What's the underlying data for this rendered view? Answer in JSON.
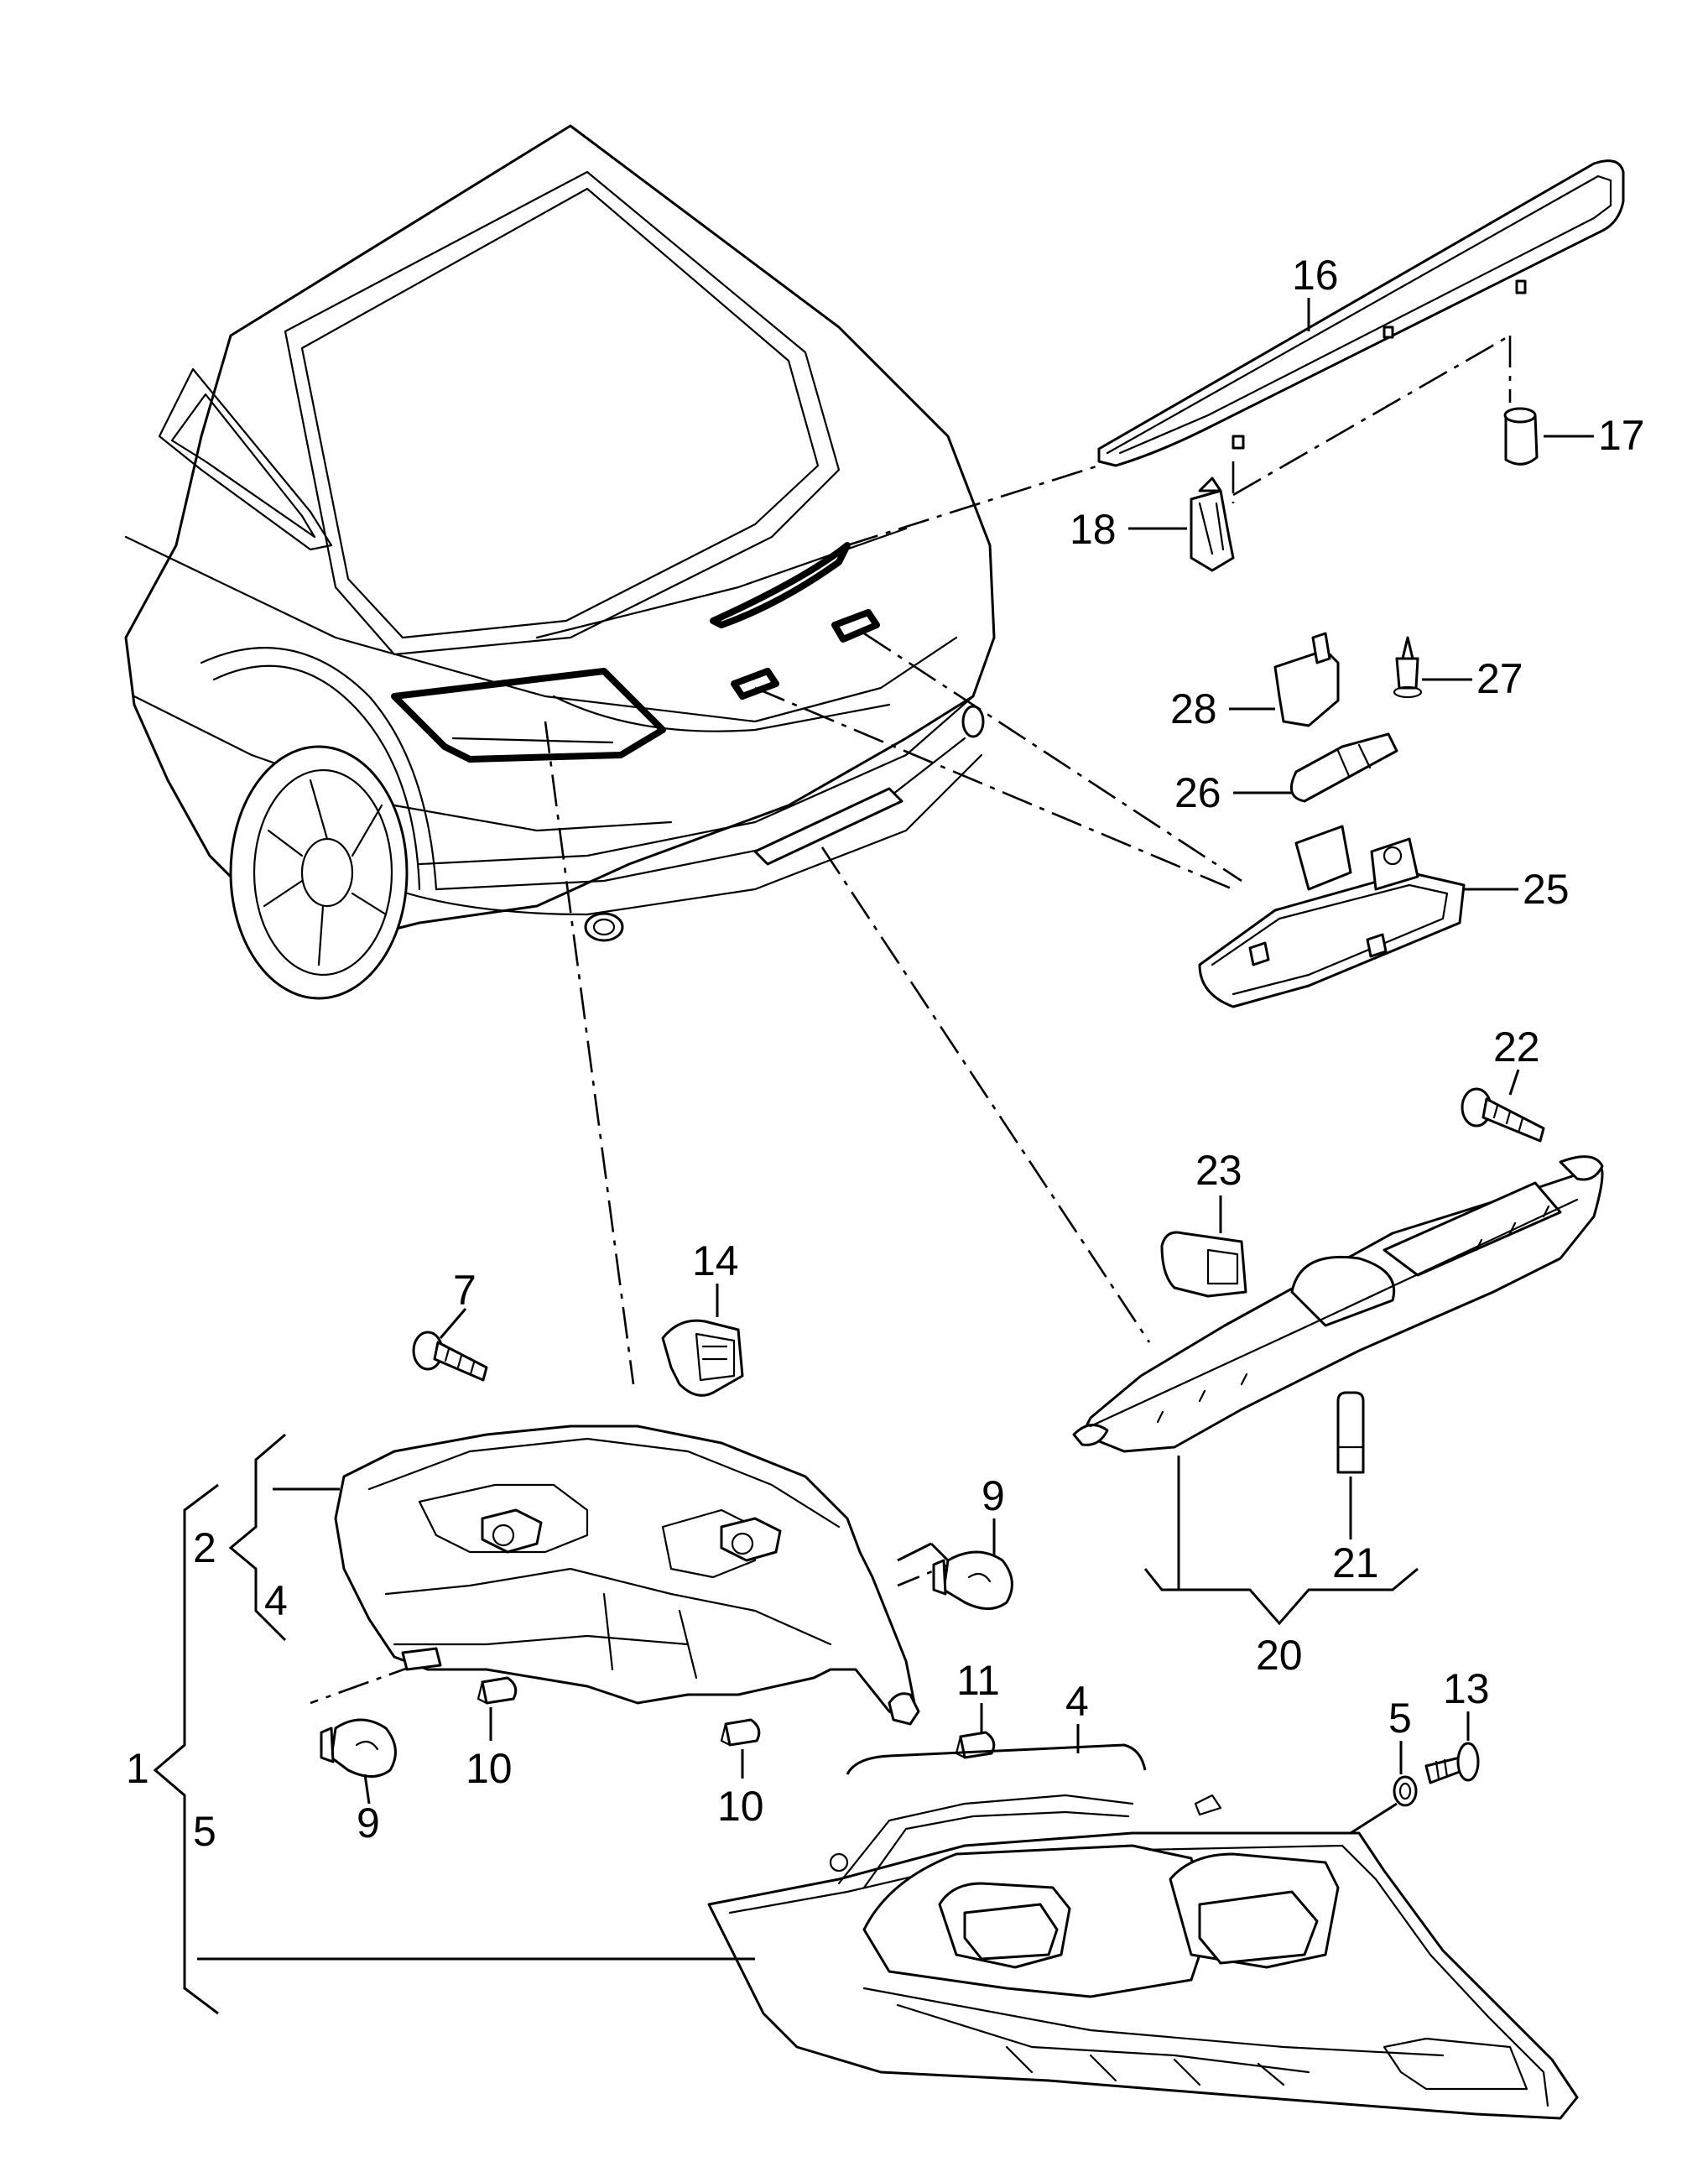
{
  "callouts": [
    {
      "id": "c1",
      "label": "1"
    },
    {
      "id": "c2",
      "label": "2"
    },
    {
      "id": "c4a",
      "label": "4"
    },
    {
      "id": "c4b",
      "label": "4"
    },
    {
      "id": "c5a",
      "label": "5"
    },
    {
      "id": "c5b",
      "label": "5"
    },
    {
      "id": "c7",
      "label": "7"
    },
    {
      "id": "c9a",
      "label": "9"
    },
    {
      "id": "c9b",
      "label": "9"
    },
    {
      "id": "c10a",
      "label": "10"
    },
    {
      "id": "c10b",
      "label": "10"
    },
    {
      "id": "c11",
      "label": "11"
    },
    {
      "id": "c13",
      "label": "13"
    },
    {
      "id": "c14",
      "label": "14"
    },
    {
      "id": "c16",
      "label": "16"
    },
    {
      "id": "c17",
      "label": "17"
    },
    {
      "id": "c18",
      "label": "18"
    },
    {
      "id": "c20",
      "label": "20"
    },
    {
      "id": "c21",
      "label": "21"
    },
    {
      "id": "c22",
      "label": "22"
    },
    {
      "id": "c23",
      "label": "23"
    },
    {
      "id": "c25",
      "label": "25"
    },
    {
      "id": "c26",
      "label": "26"
    },
    {
      "id": "c27",
      "label": "27"
    },
    {
      "id": "c28",
      "label": "28"
    }
  ]
}
